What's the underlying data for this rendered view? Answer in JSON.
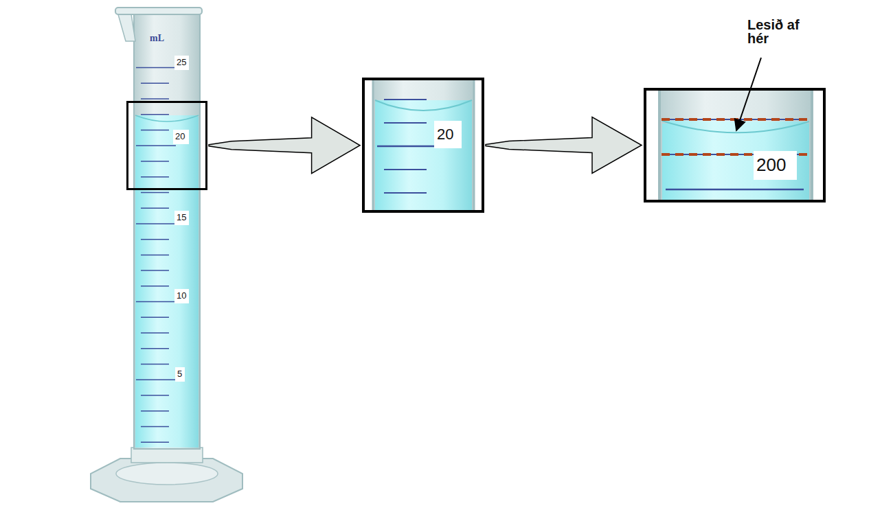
{
  "diagram": {
    "nodes": [
      {
        "text": [
          "20"
        ]
      },
      {
        "text": [
          "20"
        ]
      },
      {
        "text": [
          "200"
        ]
      }
    ],
    "edges": [
      {
        "from": 0,
        "to": 1,
        "arrow": "to"
      },
      {
        "from": 1,
        "to": 2,
        "arrow": "to"
      }
    ],
    "labels": [
      "mL",
      "25",
      "15",
      "10",
      "5",
      "Lesið af hér"
    ]
  }
}
